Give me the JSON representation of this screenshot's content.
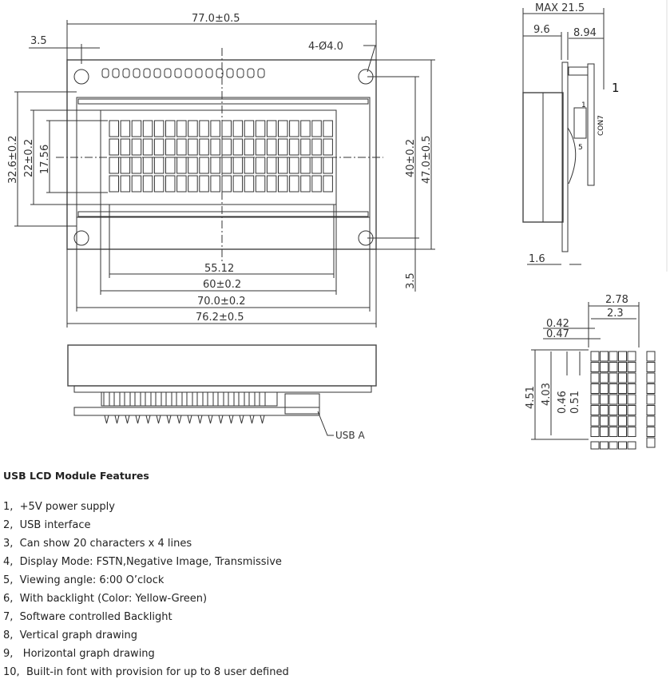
{
  "drawing": {
    "front_dims": {
      "width_overall": "77.0±0.5",
      "hole_offset": "3.5",
      "holes": "4-Ø4.0",
      "h_outer": "32.6±0.2",
      "h_view": "22±0.2",
      "h_active": "17.56",
      "h_holes": "40±0.2",
      "h_overall": "47.0±0.5",
      "w_active": "55.12",
      "w_view": "60±0.2",
      "w_bezel": "70.0±0.2",
      "w_holes": "76.2±0.5",
      "hole_offset_v": "3.5"
    },
    "side_view": {
      "max": "MAX  21.5",
      "left": "9.6",
      "right": "8.94",
      "pcb": "1.6",
      "pin1": "1",
      "pin5": "5",
      "connector": "CON7",
      "callout": "1"
    },
    "char_dims": {
      "w_char": "2.78",
      "w_dots": "2.3",
      "dot_gap": "0.42",
      "dot_pitch": "0.47",
      "h_char": "4.51",
      "h_dots": "4.03",
      "dot_h": "0.46",
      "dot_pitch_v": "0.51"
    },
    "usb_label": "USB A"
  },
  "features": {
    "title": "USB LCD Module Features",
    "items": [
      "1,  +5V power supply",
      "2,  USB interface",
      "3,  Can show 20 characters x 4 lines",
      "4,  Display Mode: FSTN,Negative Image, Transmissive",
      "5,  Viewing angle: 6:00 O’clock",
      "6,  With backlight (Color: Yellow-Green)",
      "7,  Software controlled Backlight",
      "8,  Vertical graph drawing",
      "9,   Horizontal graph drawing",
      "10,  Built-in font with provision for up to 8 user defined"
    ]
  }
}
